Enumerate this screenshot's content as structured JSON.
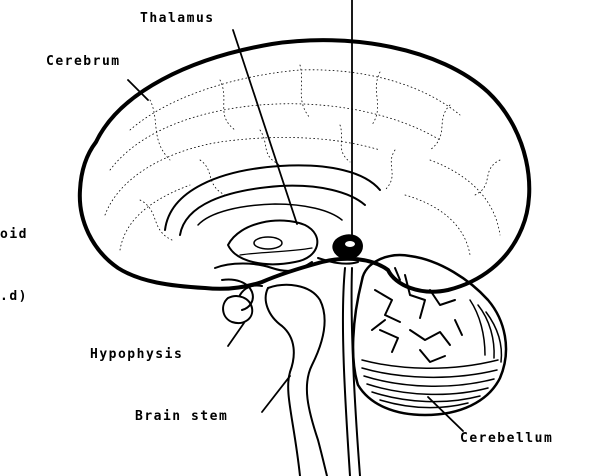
{
  "diagram": {
    "labels": {
      "thalamus": "Thalamus",
      "cerebrum": "Cerebrum",
      "hypophysis": "Hypophysis",
      "brain_stem": "Brain stem",
      "cerebellum": "Cerebellum",
      "left_partial_1": "oid",
      "left_partial_2": ".d)"
    },
    "colors": {
      "ink": "#000000",
      "background": "#ffffff"
    }
  }
}
